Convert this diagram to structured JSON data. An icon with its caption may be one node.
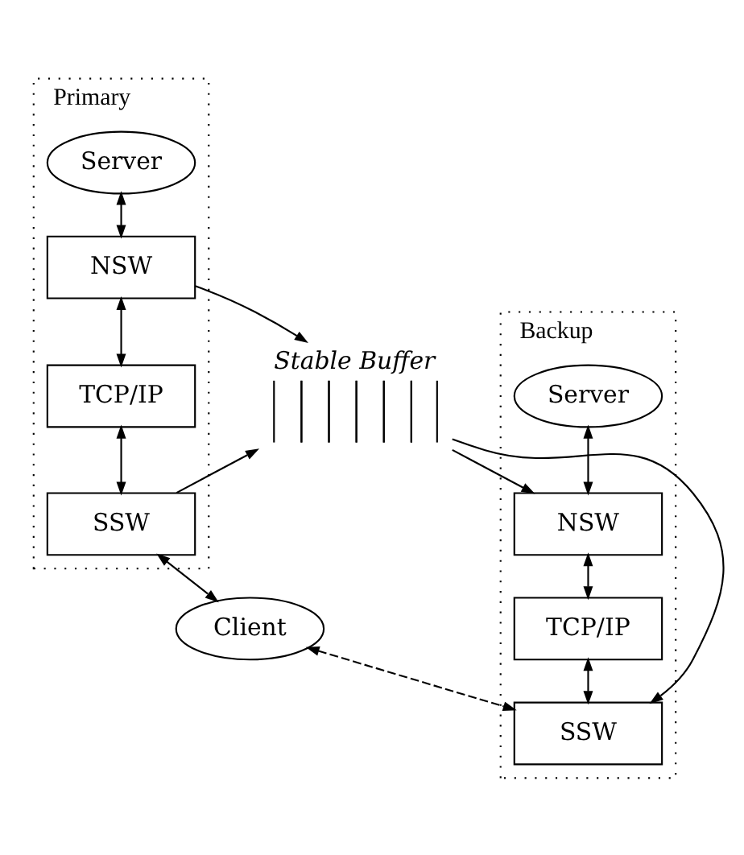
{
  "diagram": {
    "nodes": [
      {
        "text": [
          "Primary"
        ]
      },
      {
        "text": [
          "Server"
        ],
        "in": 0
      },
      {
        "text": [
          "NSW"
        ],
        "in": 0
      },
      {
        "text": [
          "TCP/IP"
        ],
        "in": 0
      },
      {
        "text": [
          "SSW"
        ],
        "in": 0
      },
      {
        "text": [
          "Backup"
        ]
      },
      {
        "text": [
          "Server"
        ],
        "in": 5
      },
      {
        "text": [
          "NSW"
        ],
        "in": 5
      },
      {
        "text": [
          "TCP/IP"
        ],
        "in": 5
      },
      {
        "text": [
          "SSW"
        ],
        "in": 5
      },
      {
        "text": [
          "Stable Buffer"
        ]
      },
      {
        "text": [
          "Client"
        ]
      }
    ],
    "edges": [
      {
        "from": 1,
        "to": 2,
        "arrow": "both"
      },
      {
        "from": 2,
        "to": 3,
        "arrow": "both"
      },
      {
        "from": 3,
        "to": 4,
        "arrow": "both"
      },
      {
        "from": 6,
        "to": 7,
        "arrow": "both"
      },
      {
        "from": 7,
        "to": 8,
        "arrow": "both"
      },
      {
        "from": 8,
        "to": 9,
        "arrow": "both"
      },
      {
        "from": 2,
        "to": 10,
        "arrow": "to"
      },
      {
        "from": 4,
        "to": 10,
        "arrow": "to"
      },
      {
        "from": 10,
        "to": 7,
        "arrow": "to"
      },
      {
        "from": 10,
        "to": 9,
        "arrow": "to"
      },
      {
        "from": 4,
        "to": 11,
        "arrow": "both"
      },
      {
        "from": 11,
        "to": 9,
        "arrow": "both",
        "style": "dashed"
      }
    ]
  }
}
